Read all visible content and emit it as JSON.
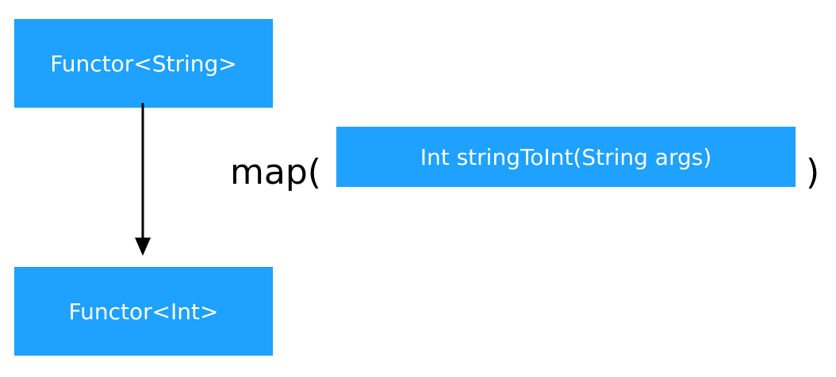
{
  "nodes": {
    "source": "Functor<String>",
    "target": "Functor<Int>",
    "function": "Int stringToInt(String args)"
  },
  "map_call": {
    "open": "map(",
    "close": ")"
  },
  "colors": {
    "box": "#1ea1ff",
    "box_text": "#ffffff",
    "arrow": "#000000"
  }
}
